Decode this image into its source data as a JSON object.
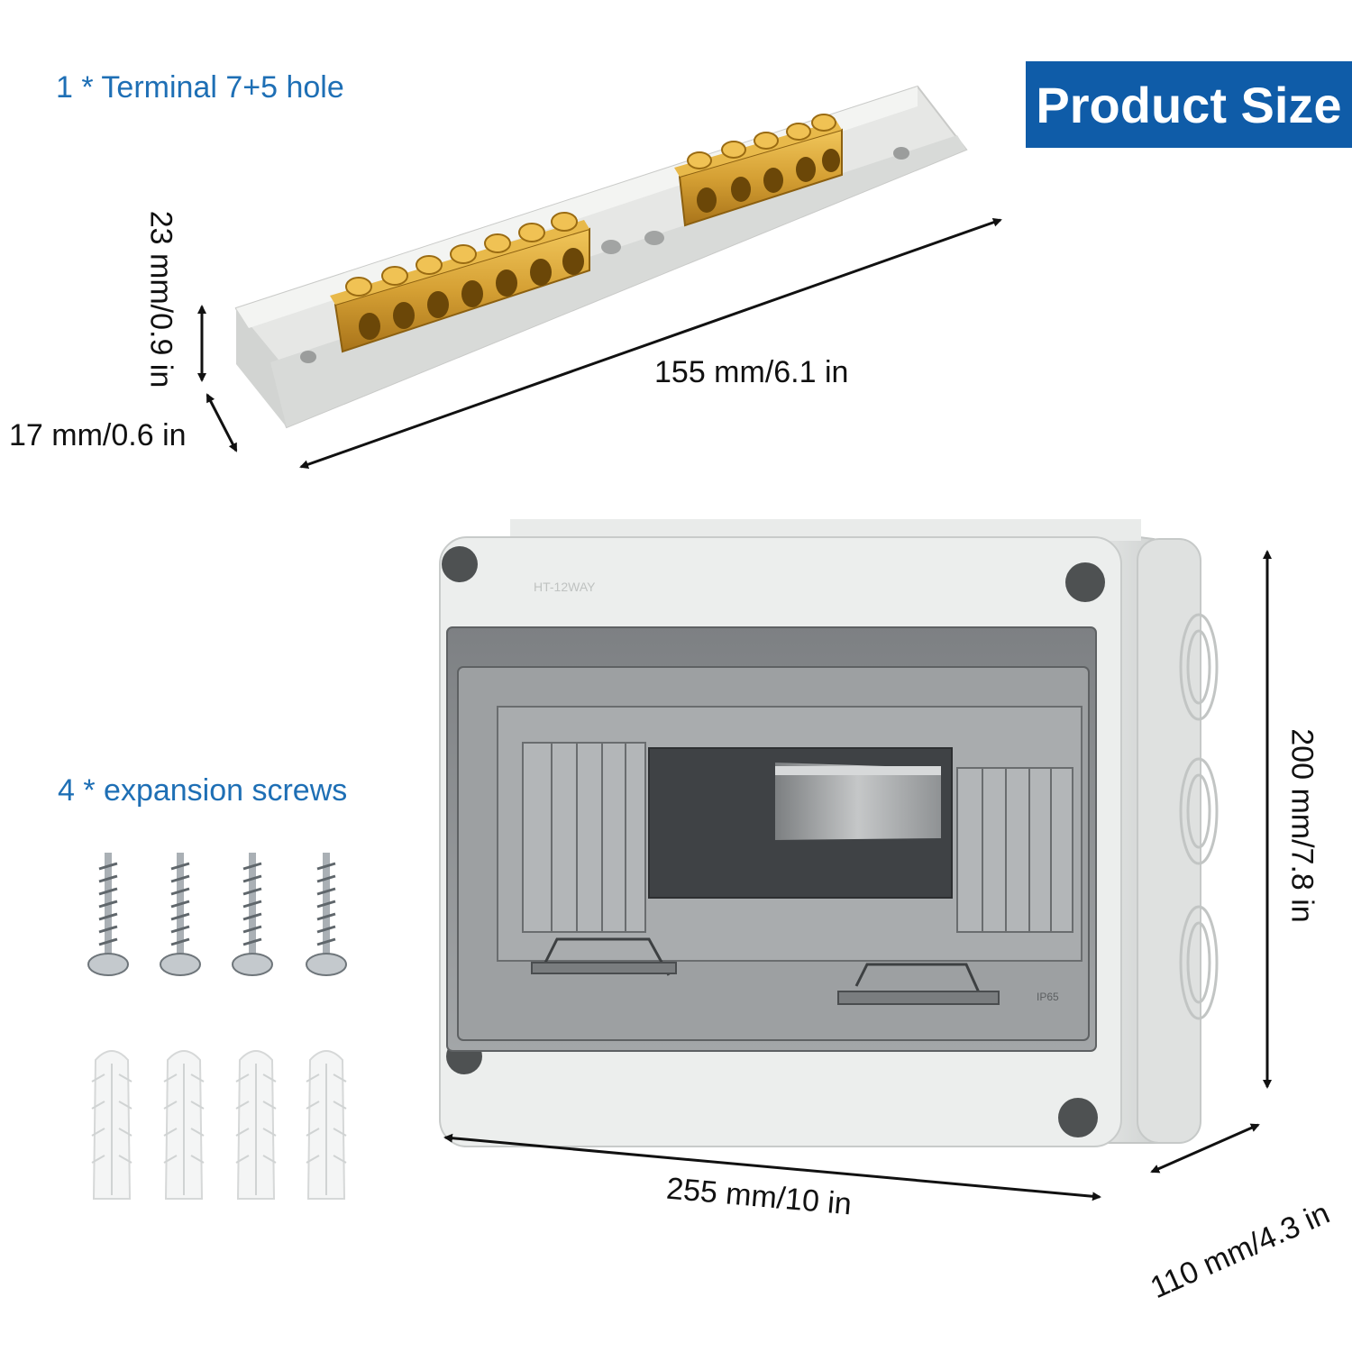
{
  "badge": {
    "label": "Product Size"
  },
  "terminal": {
    "caption": "1 * Terminal 7+5 hole",
    "height_label": "23 mm/0.9 in",
    "depth_label": "17 mm/0.6 in",
    "length_label": "155 mm/6.1 in"
  },
  "screws": {
    "caption": "4 * expansion screws"
  },
  "enclosure": {
    "model_text": "HT-12WAY",
    "rating_text": "IP65",
    "height_label": "200 mm/7.8 in",
    "width_label": "255 mm/10 in",
    "depth_label": "110 mm/4.3 in"
  },
  "colors": {
    "caption": "#1e6fb5",
    "badge_bg": "#0f5ca8",
    "brass": "#c8962a",
    "housing": "#eceeed",
    "cover": "#8d9092"
  }
}
